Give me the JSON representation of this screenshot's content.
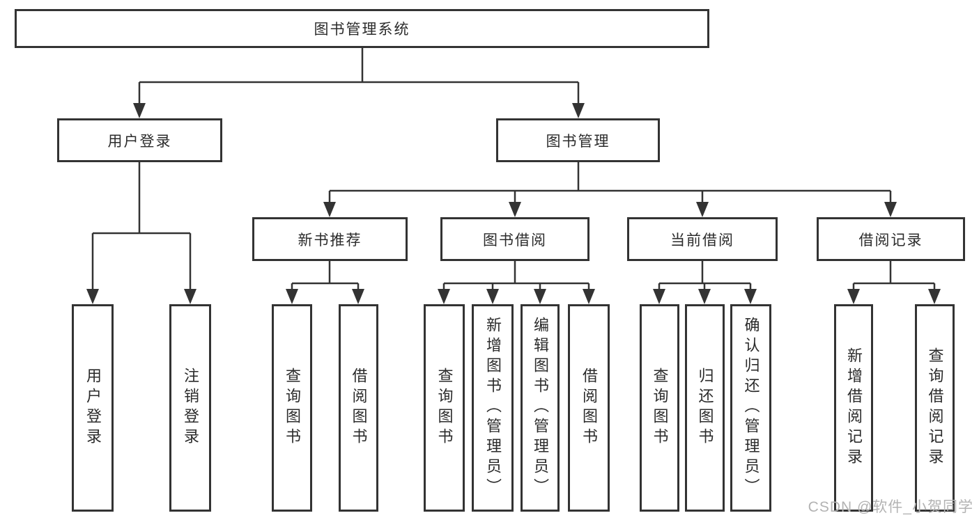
{
  "diagram": {
    "type": "hierarchy-tree",
    "nodes": {
      "root": {
        "label": "图书管理系统"
      },
      "user_login": {
        "label": "用户登录"
      },
      "book_mgmt": {
        "label": "图书管理"
      },
      "new_book_rec": {
        "label": "新书推荐"
      },
      "book_borrow": {
        "label": "图书借阅"
      },
      "current_borrow": {
        "label": "当前借阅"
      },
      "borrow_records": {
        "label": "借阅记录"
      },
      "leaf_user_login": {
        "label": "用户登录"
      },
      "leaf_logout": {
        "label": "注销登录"
      },
      "leaf_nbr_query": {
        "label": "查询图书"
      },
      "leaf_nbr_borrow": {
        "label": "借阅图书"
      },
      "leaf_bb_query": {
        "label": "查询图书"
      },
      "leaf_bb_add": {
        "label": "新增图书（管理员）"
      },
      "leaf_bb_edit": {
        "label": "编辑图书（管理员）"
      },
      "leaf_bb_borrow": {
        "label": "借阅图书"
      },
      "leaf_cb_query": {
        "label": "查询图书"
      },
      "leaf_cb_return": {
        "label": "归还图书"
      },
      "leaf_cb_confirm": {
        "label": "确认归还（管理员）"
      },
      "leaf_br_add": {
        "label": "新增借阅记录"
      },
      "leaf_br_query": {
        "label": "查询借阅记录"
      }
    },
    "hierarchy": {
      "图书管理系统": [
        "用户登录",
        "图书管理"
      ],
      "用户登录": [
        "用户登录",
        "注销登录"
      ],
      "图书管理": [
        "新书推荐",
        "图书借阅",
        "当前借阅",
        "借阅记录"
      ],
      "新书推荐": [
        "查询图书",
        "借阅图书"
      ],
      "图书借阅": [
        "查询图书",
        "新增图书（管理员）",
        "编辑图书（管理员）",
        "借阅图书"
      ],
      "当前借阅": [
        "查询图书",
        "归还图书",
        "确认归还（管理员）"
      ],
      "借阅记录": [
        "新增借阅记录",
        "查询借阅记录"
      ]
    }
  },
  "watermark": "CSDN @软件_小贺同学",
  "colors": {
    "background": "#ffffff",
    "line": "#333333",
    "border": "#333333",
    "text": "#2b2b2b",
    "watermark": "#b3b3b3"
  }
}
